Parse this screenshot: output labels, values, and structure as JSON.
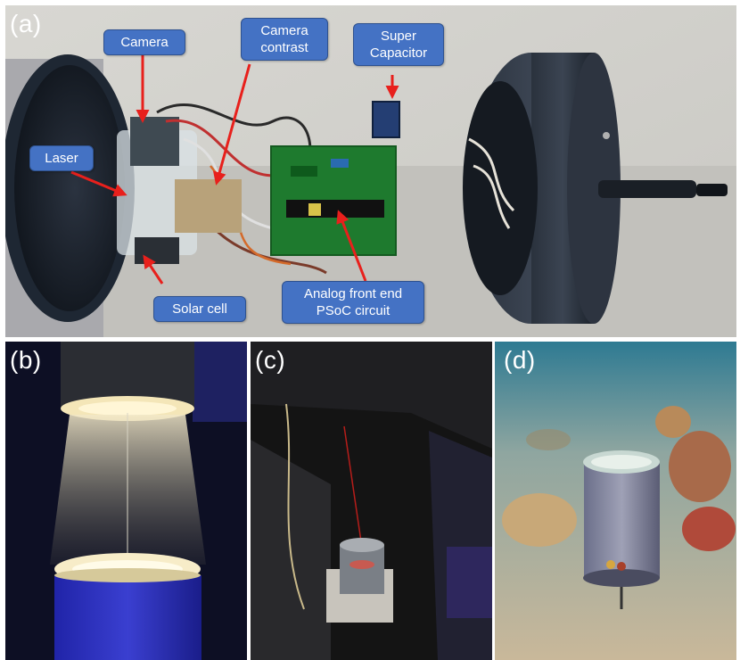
{
  "panels": {
    "a": {
      "letter": "(a)"
    },
    "b": {
      "letter": "(b)"
    },
    "c": {
      "letter": "(c)"
    },
    "d": {
      "letter": "(d)"
    }
  },
  "callouts": {
    "camera": "Camera",
    "camera_contrast_line1": "Camera",
    "camera_contrast_line2": "contrast",
    "super_capacitor_line1": "Super",
    "super_capacitor_line2": "Capacitor",
    "laser": "Laser",
    "solar_cell": "Solar cell",
    "analog_line1": "Analog front end",
    "analog_line2": "PSoC circuit"
  },
  "colors": {
    "callout_fill": "#4472c4",
    "arrow": "#e8201c",
    "pcb_green": "#1e7a2e",
    "housing_dark": "#1c2430",
    "housing_blue": "#3a3fd0"
  }
}
